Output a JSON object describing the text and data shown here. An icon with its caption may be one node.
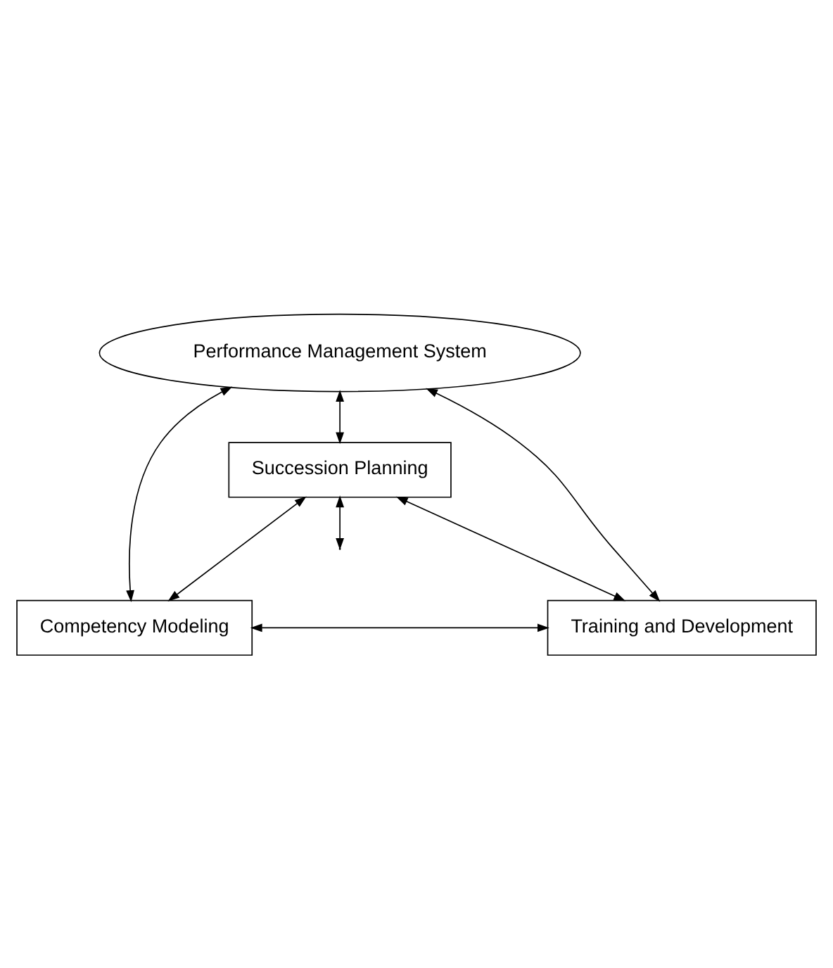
{
  "diagram": {
    "nodes": [
      {
        "text": [
          "Performance Management System"
        ]
      },
      {
        "text": [
          "Succession Planning"
        ]
      },
      {
        "text": [
          "Competency Modeling"
        ]
      },
      {
        "text": [
          "Training and Development"
        ]
      }
    ],
    "edges": [
      {
        "from": 0,
        "to": 2,
        "arrow": "both"
      },
      {
        "from": 0,
        "to": 1,
        "arrow": "both"
      },
      {
        "from": 0,
        "to": 3,
        "arrow": "both"
      },
      {
        "from": 1,
        "to": 2,
        "arrow": "both"
      },
      {
        "from": 1,
        "to": 3,
        "arrow": "both"
      },
      {
        "from": 1,
        "to": null,
        "arrow": "both"
      },
      {
        "from": 2,
        "to": 3,
        "arrow": "both"
      }
    ]
  }
}
